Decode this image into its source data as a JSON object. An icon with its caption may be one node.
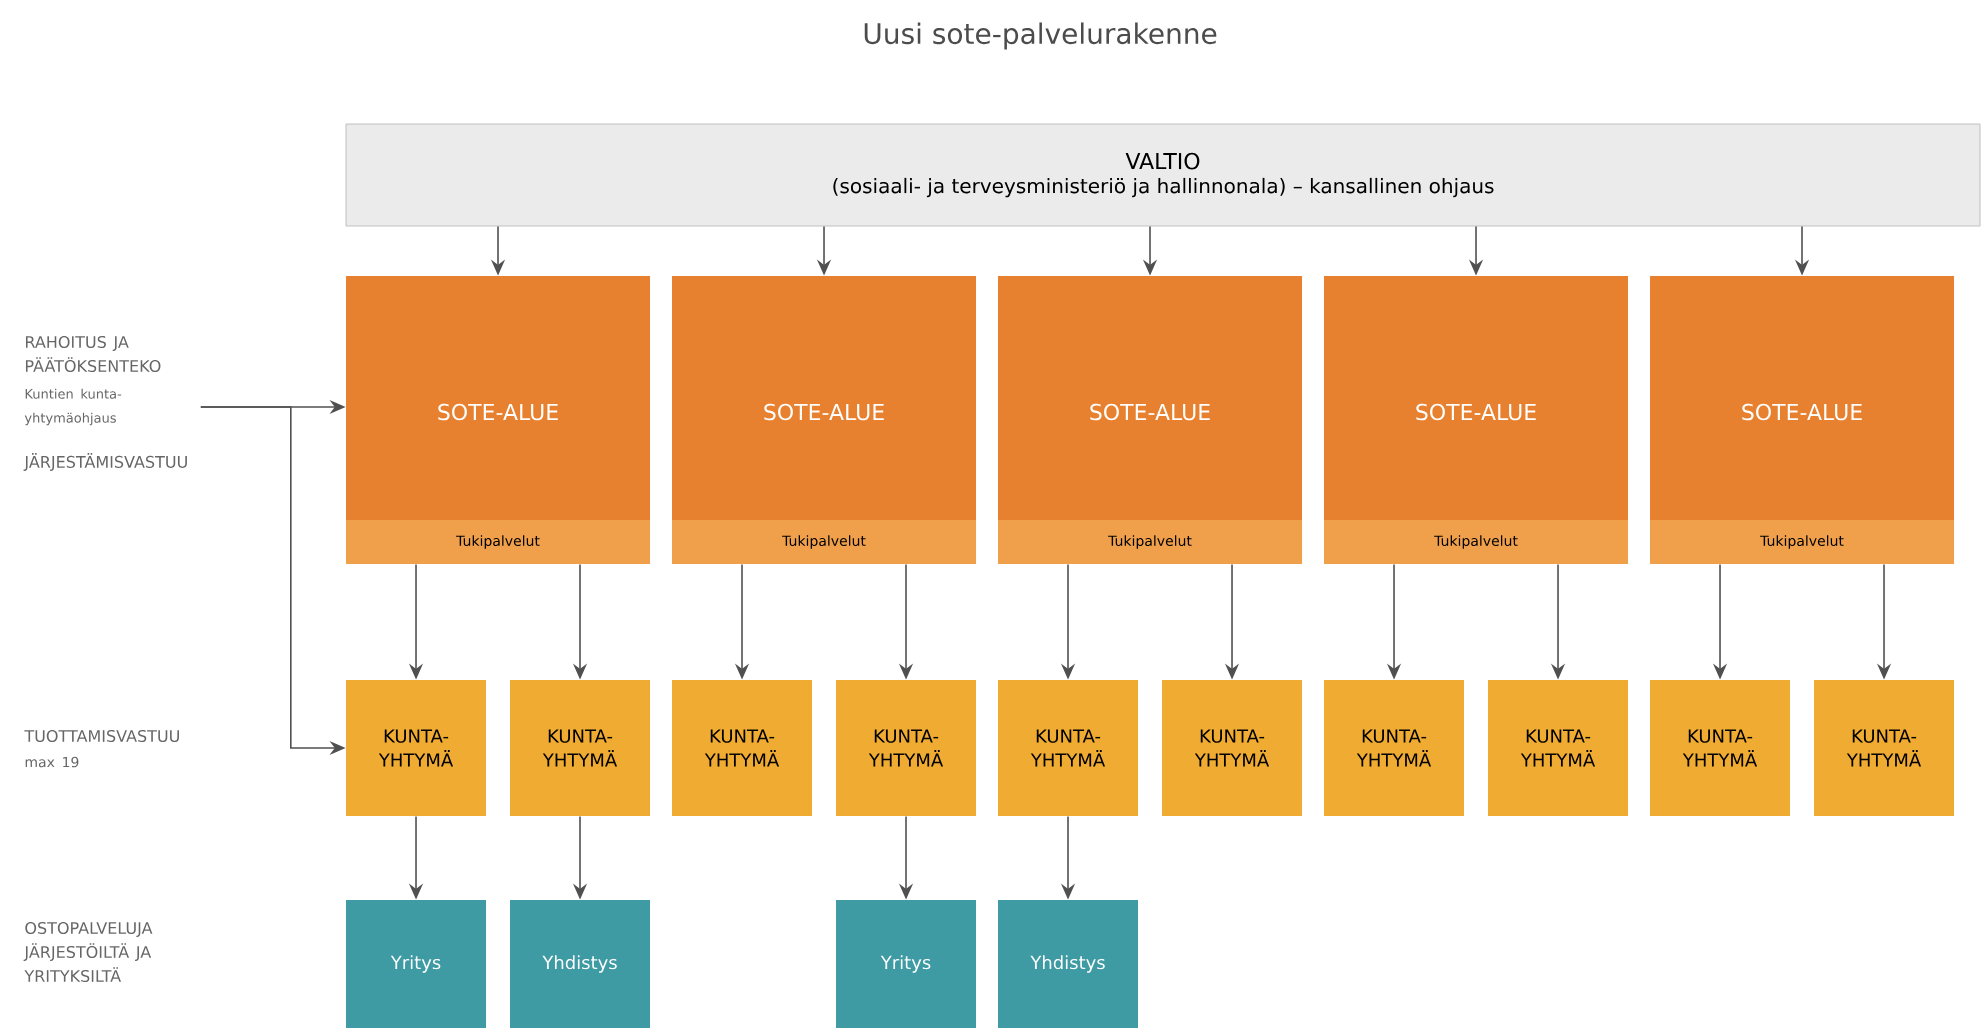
{
  "diagram": {
    "title": "Uusi sote-palvelurakenne",
    "nodes": [
      {
        "text": [
          "VALTIO",
          "(sosiaali- ja terveysministeriö ja hallinnonala) – kansallinen ohjaus"
        ]
      },
      {
        "text": [
          "SOTE-ALUE"
        ]
      },
      {
        "text": [
          "Tukipalvelut"
        ],
        "in": 1
      },
      {
        "text": [
          "SOTE-ALUE"
        ]
      },
      {
        "text": [
          "Tukipalvelut"
        ],
        "in": 3
      },
      {
        "text": [
          "SOTE-ALUE"
        ]
      },
      {
        "text": [
          "Tukipalvelut"
        ],
        "in": 5
      },
      {
        "text": [
          "SOTE-ALUE"
        ]
      },
      {
        "text": [
          "Tukipalvelut"
        ],
        "in": 7
      },
      {
        "text": [
          "SOTE-ALUE"
        ]
      },
      {
        "text": [
          "Tukipalvelut"
        ],
        "in": 9
      },
      {
        "text": [
          "KUNTA- YHTYMÄ"
        ]
      },
      {
        "text": [
          "KUNTA- YHTYMÄ"
        ]
      },
      {
        "text": [
          "KUNTA- YHTYMÄ"
        ]
      },
      {
        "text": [
          "KUNTA- YHTYMÄ"
        ]
      },
      {
        "text": [
          "KUNTA- YHTYMÄ"
        ]
      },
      {
        "text": [
          "KUNTA- YHTYMÄ"
        ]
      },
      {
        "text": [
          "KUNTA- YHTYMÄ"
        ]
      },
      {
        "text": [
          "KUNTA- YHTYMÄ"
        ]
      },
      {
        "text": [
          "KUNTA- YHTYMÄ"
        ]
      },
      {
        "text": [
          "KUNTA- YHTYMÄ"
        ]
      },
      {
        "text": [
          "Yritys"
        ]
      },
      {
        "text": [
          "Yhdistys"
        ]
      },
      {
        "text": [
          "Yritys"
        ]
      },
      {
        "text": [
          "Yhdistys"
        ]
      },
      {
        "text": [
          "Kuntien kunta- yhtymäohjaus"
        ]
      }
    ],
    "edges": [
      {
        "from": 0,
        "to": 1,
        "arrow": "to"
      },
      {
        "from": 0,
        "to": 3,
        "arrow": "to"
      },
      {
        "from": 0,
        "to": 5,
        "arrow": "to"
      },
      {
        "from": 0,
        "to": 7,
        "arrow": "to"
      },
      {
        "from": 0,
        "to": 9,
        "arrow": "to"
      },
      {
        "from": 2,
        "to": 11,
        "arrow": "to"
      },
      {
        "from": 2,
        "to": 12,
        "arrow": "to"
      },
      {
        "from": 4,
        "to": 13,
        "arrow": "to"
      },
      {
        "from": 4,
        "to": 14,
        "arrow": "to"
      },
      {
        "from": 6,
        "to": 15,
        "arrow": "to"
      },
      {
        "from": 6,
        "to": 16,
        "arrow": "to"
      },
      {
        "from": 8,
        "to": 17,
        "arrow": "to"
      },
      {
        "from": 8,
        "to": 18,
        "arrow": "to"
      },
      {
        "from": 10,
        "to": 19,
        "arrow": "to"
      },
      {
        "from": 10,
        "to": 20,
        "arrow": "to"
      },
      {
        "from": 11,
        "to": 21,
        "arrow": "to"
      },
      {
        "from": 12,
        "to": 22,
        "arrow": "to"
      },
      {
        "from": 14,
        "to": 23,
        "arrow": "to"
      },
      {
        "from": 15,
        "to": 24,
        "arrow": "to"
      },
      {
        "from": 25,
        "to": 1,
        "arrow": "to"
      },
      {
        "from": 25,
        "to": 11,
        "arrow": "to"
      }
    ],
    "labels": [
      "RAHOITUS JA PÄÄTÖKSENTEKO",
      "JÄRJESTÄMISVASTUU",
      "TUOTTAMISVASTUU",
      "max 19",
      "OSTOPALVELUJA JÄRJESTÖILTÄ JA YRITYKSILTÄ"
    ]
  }
}
